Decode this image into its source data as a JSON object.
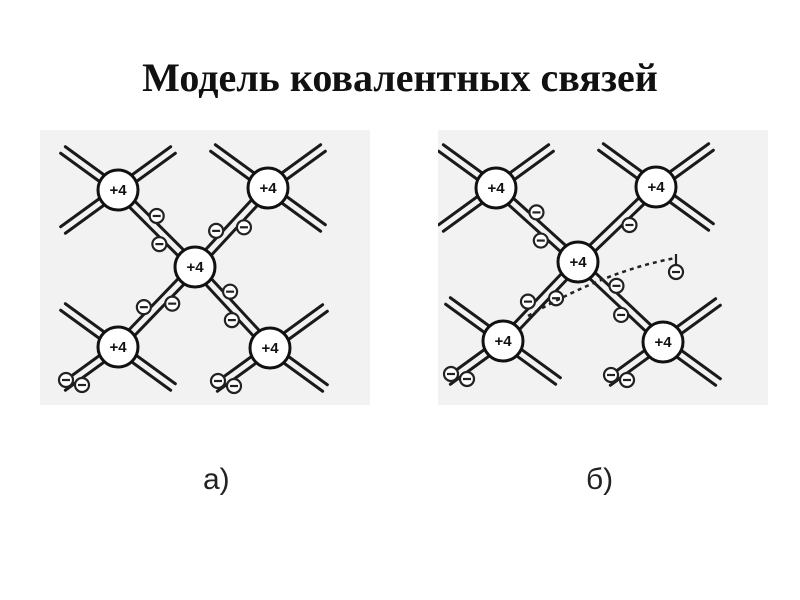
{
  "title": "Модель ковалентных связей",
  "atom_charge": "+4",
  "panels": [
    {
      "id": "a",
      "caption": "а)"
    },
    {
      "id": "b",
      "caption": "б)"
    }
  ]
}
